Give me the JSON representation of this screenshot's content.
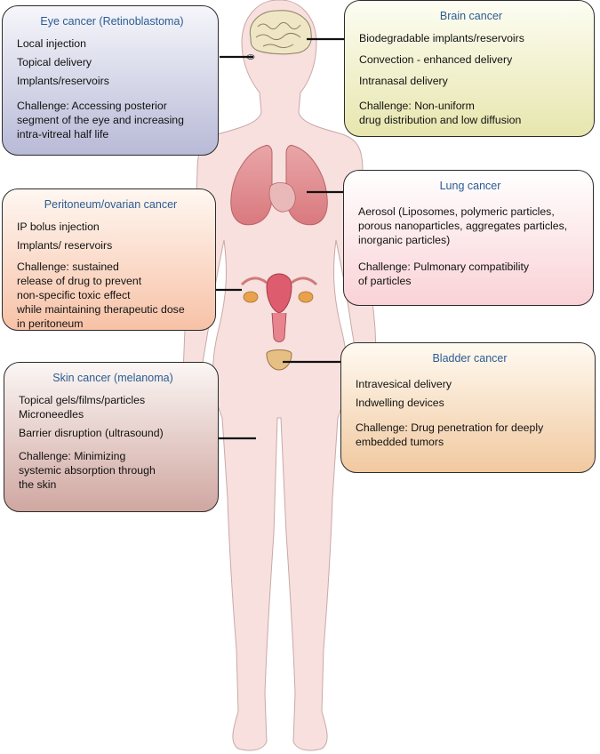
{
  "boxes": {
    "eye": {
      "title": "Eye cancer (Retinoblastoma)",
      "items": [
        "Local injection",
        "Topical delivery",
        "Implants/reservoirs"
      ],
      "challenge": "Challenge: Accessing posterior\nsegment of the eye and increasing\nintra-vitreal half life"
    },
    "brain": {
      "title": "Brain cancer",
      "items": [
        "Biodegradable implants/reservoirs",
        "Convection - enhanced delivery",
        "Intranasal delivery"
      ],
      "challenge": "Challenge: Non-uniform\ndrug distribution and low diffusion"
    },
    "peritoneum": {
      "title": "Peritoneum/ovarian cancer",
      "items": [
        "IP bolus injection",
        "Implants/ reservoirs"
      ],
      "challenge": "Challenge: sustained\nrelease of drug to prevent\nnon-specific toxic effect\nwhile maintaining therapeutic dose\nin peritoneum"
    },
    "lung": {
      "title": "Lung cancer",
      "items": [
        "Aerosol (Liposomes, polymeric particles,\nporous nanoparticles, aggregates particles,\ninorganic particles)"
      ],
      "challenge": "Challenge: Pulmonary compatibility\nof particles"
    },
    "skin": {
      "title": "Skin cancer (melanoma)",
      "items": [
        "Topical gels/films/particles\nMicroneedles",
        "Barrier disruption (ultrasound)"
      ],
      "challenge": "Challenge: Minimizing\nsystemic absorption through\nthe skin"
    },
    "bladder": {
      "title": "Bladder cancer",
      "items": [
        "Intravesical delivery",
        "Indwelling devices"
      ],
      "challenge": "Challenge: Drug penetration for deeply\nembedded tumors"
    }
  }
}
